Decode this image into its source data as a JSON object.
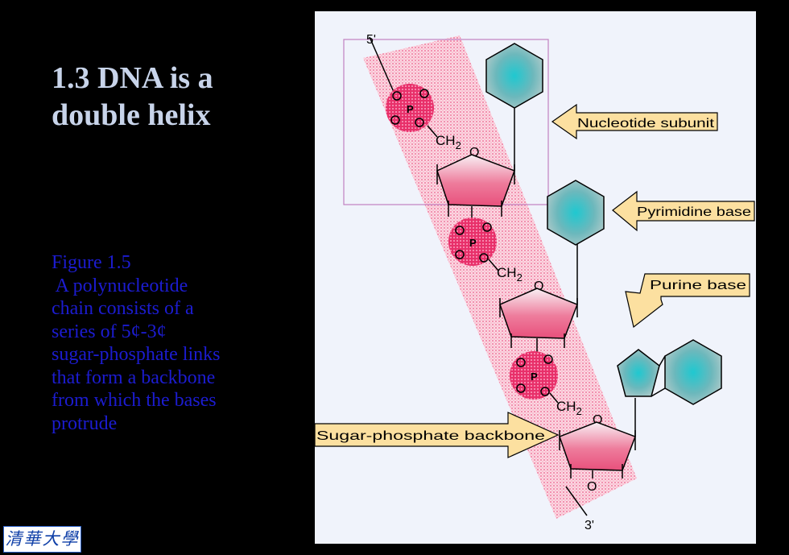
{
  "title": {
    "line1": "1.3 DNA is a",
    "line2": "double helix"
  },
  "caption": {
    "lines": [
      "Figure 1.5",
      " A polynucleotide",
      "chain consists of a",
      "series of 5¢-3¢",
      "sugar-phosphate links",
      "that form a backbone",
      "from which the bases",
      "protrude"
    ]
  },
  "logo": {
    "text": "清華大學"
  },
  "diagram": {
    "labels": {
      "five_prime": "5'",
      "three_prime": "3'",
      "nucleotide_subunit": "Nucleotide subunit",
      "pyrimidine_base": "Pyrimidine base",
      "purine_base": "Purine base",
      "sugar_phosphate_backbone": "Sugar-phosphate backbone"
    },
    "ch2": "CH",
    "ch2_sub": "2",
    "ring_oxygen": "O",
    "phosphate_o": "O",
    "phosphate_p": "P"
  },
  "colors": {
    "title": "#c8d4ea",
    "caption": "#1c1cd0",
    "figure_background": "#f0f3fb",
    "backbone_band": "#f4b4c8",
    "phosphate": "#e8306a",
    "sugar": "#ec6a90",
    "base": "#60c0c8",
    "callout": "#fce0a0",
    "nucleotide_box": "#c080c0"
  }
}
